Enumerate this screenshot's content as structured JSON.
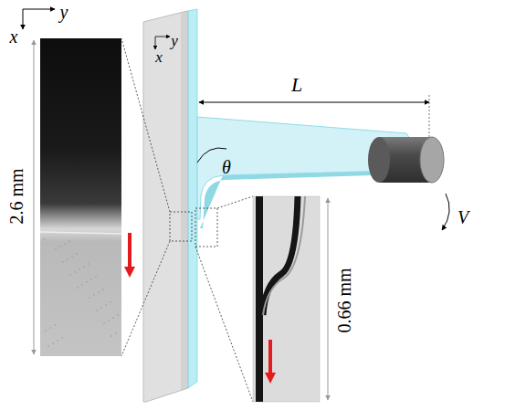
{
  "diagram": {
    "labels": [
      "x",
      "y",
      "x",
      "y",
      "L",
      "θ",
      "V",
      "2.6 mm",
      "0.66 mm"
    ]
  }
}
